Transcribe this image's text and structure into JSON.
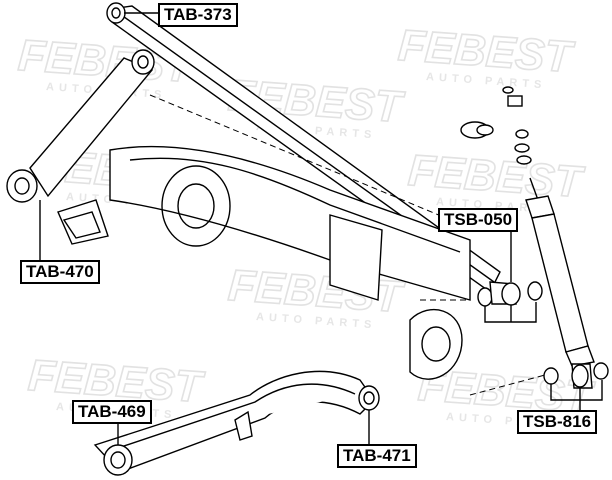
{
  "watermark": {
    "brand": "FEBEST",
    "tagline": "AUTO PARTS"
  },
  "callouts": {
    "tab373": "TAB-373",
    "tab470": "TAB-470",
    "tsb050": "TSB-050",
    "tab469": "TAB-469",
    "tab471": "TAB-471",
    "tsb816": "TSB-816"
  },
  "colors": {
    "line": "#000000",
    "watermark": "#e2e2e2",
    "background": "#ffffff"
  }
}
